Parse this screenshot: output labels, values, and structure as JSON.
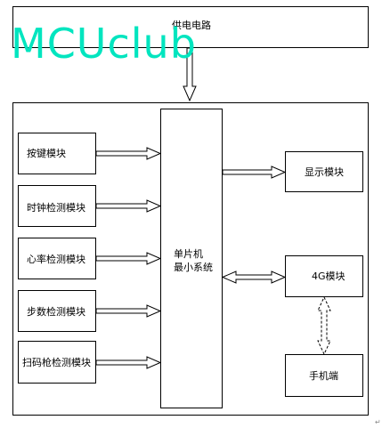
{
  "watermark": "MCUclub",
  "power_supply": {
    "label": "供电电路"
  },
  "mcu": {
    "line1": "单片机",
    "line2": "最小系统"
  },
  "inputs": [
    {
      "label": "按键模块"
    },
    {
      "label": "时钟检测模块"
    },
    {
      "label": "心率检测模块"
    },
    {
      "label": "步数检测模块"
    },
    {
      "label": "扫码枪检测模块"
    }
  ],
  "outputs": {
    "display": {
      "label": "显示模块"
    },
    "module_4g": {
      "label": "4G模块"
    },
    "phone": {
      "label": "手机端"
    }
  },
  "corner_mark": "↵"
}
